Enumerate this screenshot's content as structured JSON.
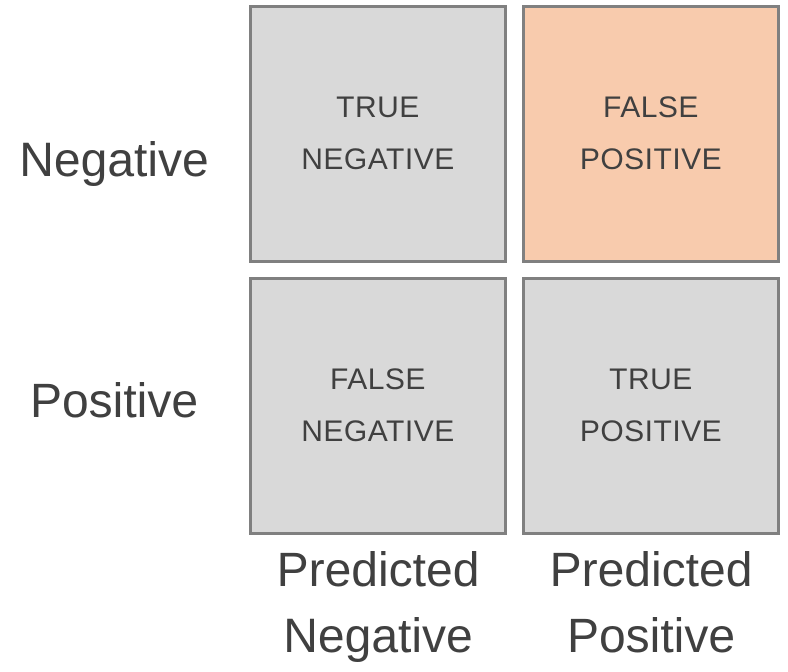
{
  "diagram": {
    "type": "confusion-matrix",
    "row_labels": [
      {
        "label": "Negative"
      },
      {
        "label": "Positive"
      }
    ],
    "col_labels": [
      {
        "label": "Predicted\nNegative"
      },
      {
        "label": "Predicted\nPositive"
      }
    ],
    "cells": [
      {
        "id": "true-negative",
        "label": "TRUE\nNEGATIVE",
        "highlighted": false
      },
      {
        "id": "false-positive",
        "label": "FALSE\nPOSITIVE",
        "highlighted": true
      },
      {
        "id": "false-negative",
        "label": "FALSE\nNEGATIVE",
        "highlighted": false
      },
      {
        "id": "true-positive",
        "label": "TRUE\nPOSITIVE",
        "highlighted": false
      }
    ],
    "colors": {
      "cell_fill": "#d9d9d9",
      "highlight_fill": "#f8cbad",
      "border": "#808080",
      "text": "#404040"
    }
  }
}
